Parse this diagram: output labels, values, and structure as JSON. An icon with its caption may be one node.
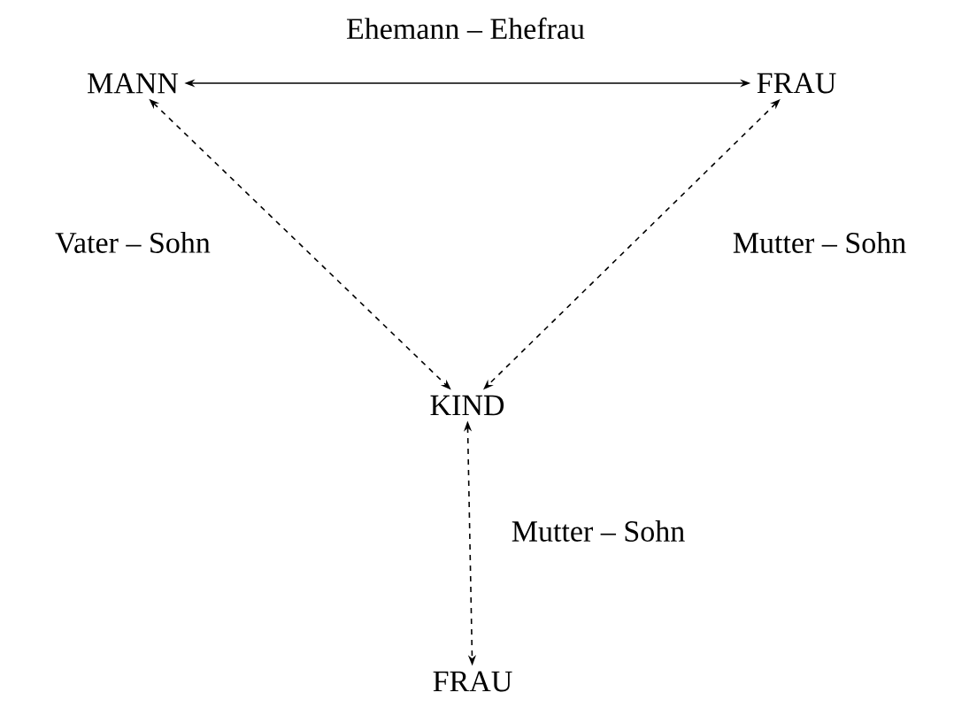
{
  "diagram": {
    "nodes": [
      {
        "text": [
          "MANN"
        ]
      },
      {
        "text": [
          "FRAU"
        ]
      },
      {
        "text": [
          "KIND"
        ]
      },
      {
        "text": [
          "FRAU"
        ]
      }
    ],
    "edges": [
      {
        "from": 0,
        "to": 1,
        "arrow": "both",
        "label": "Ehemann – Ehefrau"
      },
      {
        "from": 0,
        "to": 2,
        "arrow": "both",
        "style": "dashed",
        "label": "Vater – Sohn"
      },
      {
        "from": 1,
        "to": 2,
        "arrow": "both",
        "style": "dashed",
        "label": "Mutter – Sohn"
      },
      {
        "from": 2,
        "to": 3,
        "arrow": "both",
        "style": "dashed",
        "label": "Mutter – Sohn"
      }
    ]
  }
}
